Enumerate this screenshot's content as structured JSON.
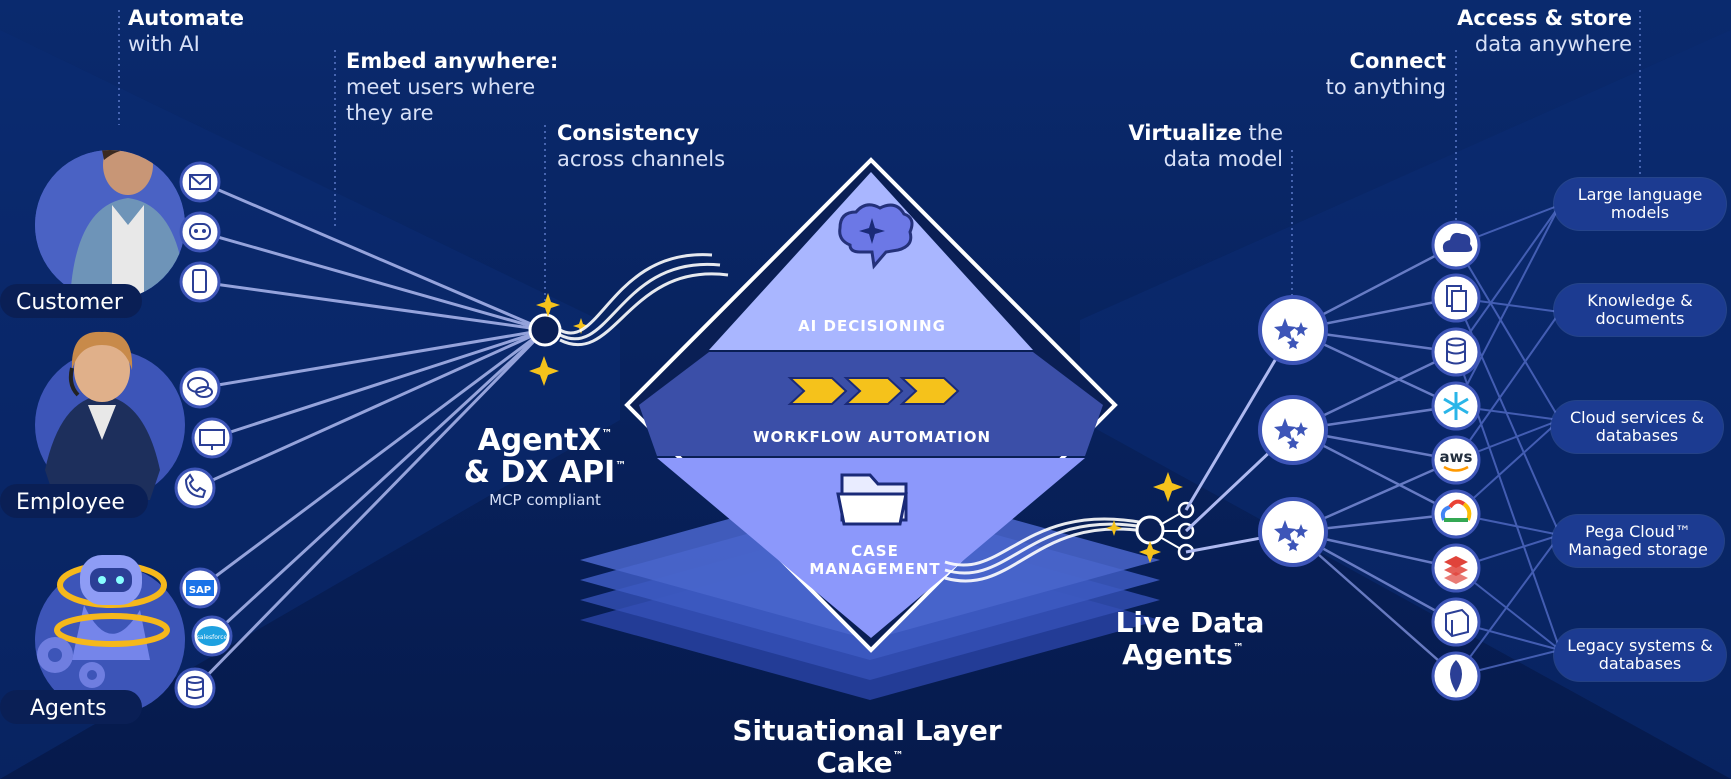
{
  "headers": {
    "automate": {
      "bold": "Automate",
      "sub": "with AI"
    },
    "embed": {
      "bold": "Embed anywhere:",
      "sub1": "meet users where",
      "sub2": "they are"
    },
    "consistency": {
      "bold": "Consistency",
      "sub": "across channels"
    },
    "virtualize": {
      "bold": "Virtualize",
      "rest": " the",
      "sub": "data model"
    },
    "connect": {
      "bold": "Connect",
      "sub": "to anything"
    },
    "access": {
      "bold": "Access & store",
      "sub": "data anywhere"
    }
  },
  "actors": [
    {
      "label": "Customer",
      "channels": [
        "mail-icon",
        "chatbot-icon",
        "mobile-tap-icon"
      ]
    },
    {
      "label": "Employee",
      "channels": [
        "chat-bubbles-icon",
        "monitor-icon",
        "phone-icon"
      ]
    },
    {
      "label": "Agents",
      "channels": [
        "sap-icon",
        "salesforce-icon",
        "database-icon"
      ]
    }
  ],
  "channel_texts": {
    "sap": "SAP",
    "salesforce": "salesforce"
  },
  "agentx": {
    "line1": "AgentX",
    "line2": "& DX API",
    "tm": "™",
    "sub": "MCP compliant"
  },
  "cake": {
    "layers": [
      "AI DECISIONING",
      "WORKFLOW AUTOMATION",
      "CASE",
      "MANAGEMENT"
    ],
    "title_line1": "Situational Layer",
    "title_line2": "Cake",
    "tm": "™"
  },
  "live_data": {
    "line1": "Live Data",
    "line2": "Agents",
    "tm": "™"
  },
  "connectors": [
    "cloud-icon",
    "documents-icon",
    "database-icon",
    "snowflake-icon",
    "aws-icon",
    "google-cloud-icon",
    "stack-layers-icon",
    "cube-box-icon",
    "mongodb-leaf-icon"
  ],
  "connector_texts": {
    "aws": "aws"
  },
  "sources": [
    {
      "line1": "Large language",
      "line2": "models"
    },
    {
      "line1": "Knowledge &",
      "line2": "documents"
    },
    {
      "line1": "Cloud services &",
      "line2": "databases"
    },
    {
      "line1": "Pega Cloud™",
      "line2": "Managed storage"
    },
    {
      "line1": "Legacy systems &",
      "line2": "databases"
    }
  ],
  "colors": {
    "background": "#07215a",
    "accent_gold": "#f5c21b",
    "cake_top": "#a9b6ff",
    "cake_middle": "#3b4fa8",
    "cake_bottom": "#8c98fb",
    "pill": "#1c3b91"
  }
}
